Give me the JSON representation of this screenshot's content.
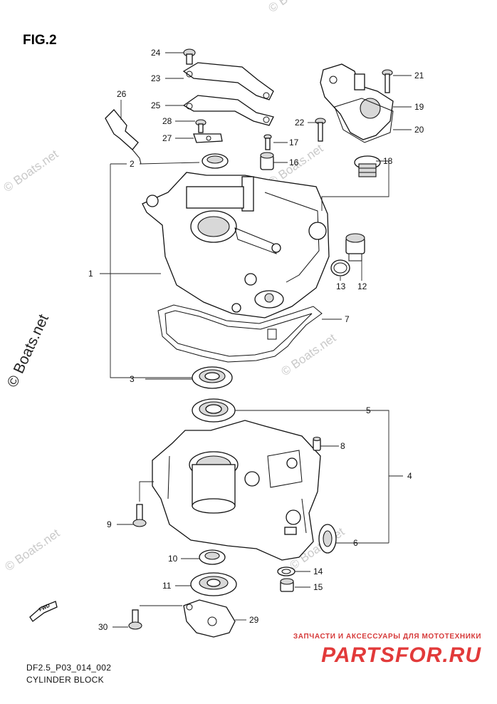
{
  "figure": {
    "title": "FIG.2"
  },
  "watermarks": {
    "small": "© Boats.net",
    "large": "© Boats.net"
  },
  "callouts": [
    {
      "num": "1"
    },
    {
      "num": "2"
    },
    {
      "num": "3"
    },
    {
      "num": "4"
    },
    {
      "num": "5"
    },
    {
      "num": "6"
    },
    {
      "num": "7"
    },
    {
      "num": "8"
    },
    {
      "num": "9"
    },
    {
      "num": "10"
    },
    {
      "num": "11"
    },
    {
      "num": "12"
    },
    {
      "num": "13"
    },
    {
      "num": "14"
    },
    {
      "num": "15"
    },
    {
      "num": "16"
    },
    {
      "num": "17"
    },
    {
      "num": "18"
    },
    {
      "num": "19"
    },
    {
      "num": "20"
    },
    {
      "num": "21"
    },
    {
      "num": "22"
    },
    {
      "num": "23"
    },
    {
      "num": "24"
    },
    {
      "num": "25"
    },
    {
      "num": "26"
    },
    {
      "num": "27"
    },
    {
      "num": "28"
    },
    {
      "num": "29"
    },
    {
      "num": "30"
    }
  ],
  "fwd_marker": "FWD",
  "caption": {
    "code": "DF2.5_P03_014_002",
    "name": "CYLINDER BLOCK"
  },
  "banner": {
    "tagline": "ЗАПЧАСТИ И АКСЕССУАРЫ ДЛЯ МОТОТЕХНИКИ",
    "logo": "PARTSFOR.RU",
    "color": "#e23a3a"
  }
}
